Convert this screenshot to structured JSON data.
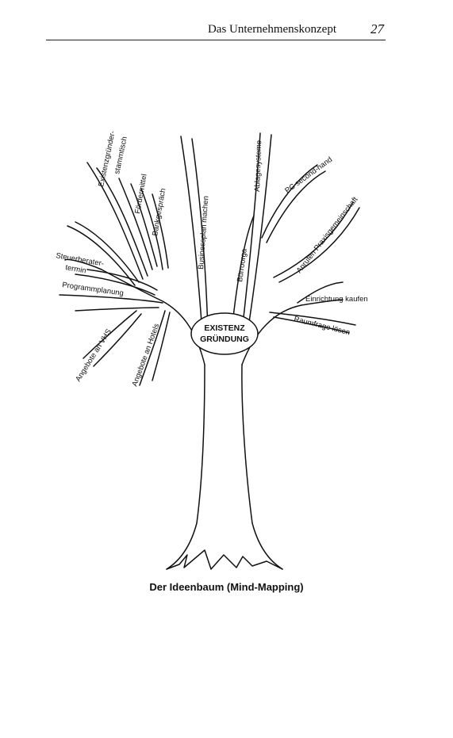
{
  "header": {
    "title": "Das Unternehmenskonzept",
    "page_number": "27"
  },
  "tree": {
    "center_line1": "EXISTENZ",
    "center_line2": "GRÜNDUNG",
    "branches": {
      "existenz_line1": "Existenzgründer-",
      "existenz_line2": "stammtisch",
      "foerdermittel": "Fördermittel",
      "bankgespraech": "Bankgespräch",
      "businessplan": "Businessplan machen",
      "ablagesysteme": "Ablagesysteme",
      "pc": "PC second-hand",
      "anrufen": "Anrufen Praxisgemeinschaft",
      "buero": "Bürroorga",
      "steuer_line1": "Steuerberater-",
      "steuer_line2": "termin",
      "programm": "Programmplanung",
      "einrichtung": "Einrichtung kaufen",
      "raumfrage": "Raumfrage lösen",
      "vhs": "Angebote an VHS",
      "hotels": "Angebote an Hotels"
    }
  },
  "caption": "Der Ideenbaum (Mind-Mapping)"
}
